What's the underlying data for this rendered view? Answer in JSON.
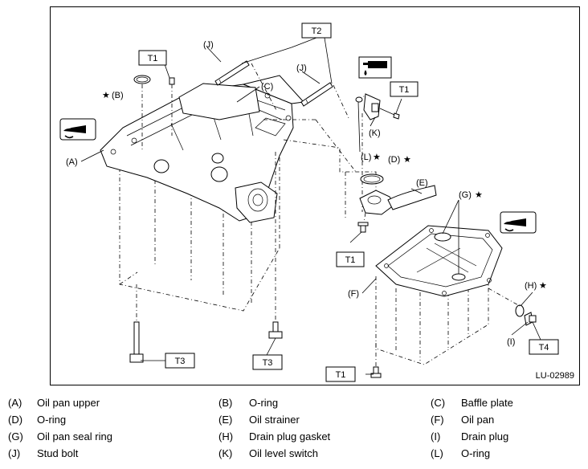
{
  "diagram": {
    "figure_id": "LU-02989",
    "torque_labels": {
      "t1": "T1",
      "t2": "T2",
      "t3": "T3",
      "t4": "T4"
    },
    "callouts": {
      "a": "(A)",
      "b": "(B)",
      "c": "(C)",
      "d": "(D)",
      "e": "(E)",
      "f": "(F)",
      "g": "(G)",
      "h": "(H)",
      "i": "(I)",
      "j": "(J)",
      "k": "(K)",
      "l": "(L)"
    },
    "star": "★"
  },
  "legend": [
    {
      "key": "(A)",
      "text": "Oil pan upper"
    },
    {
      "key": "(B)",
      "text": "O-ring"
    },
    {
      "key": "(C)",
      "text": "Baffle plate"
    },
    {
      "key": "(D)",
      "text": "O-ring"
    },
    {
      "key": "(E)",
      "text": "Oil strainer"
    },
    {
      "key": "(F)",
      "text": "Oil pan"
    },
    {
      "key": "(G)",
      "text": "Oil pan seal ring"
    },
    {
      "key": "(H)",
      "text": "Drain plug gasket"
    },
    {
      "key": "(I)",
      "text": "Drain plug"
    },
    {
      "key": "(J)",
      "text": "Stud bolt"
    },
    {
      "key": "(K)",
      "text": "Oil level switch"
    },
    {
      "key": "(L)",
      "text": "O-ring"
    }
  ]
}
